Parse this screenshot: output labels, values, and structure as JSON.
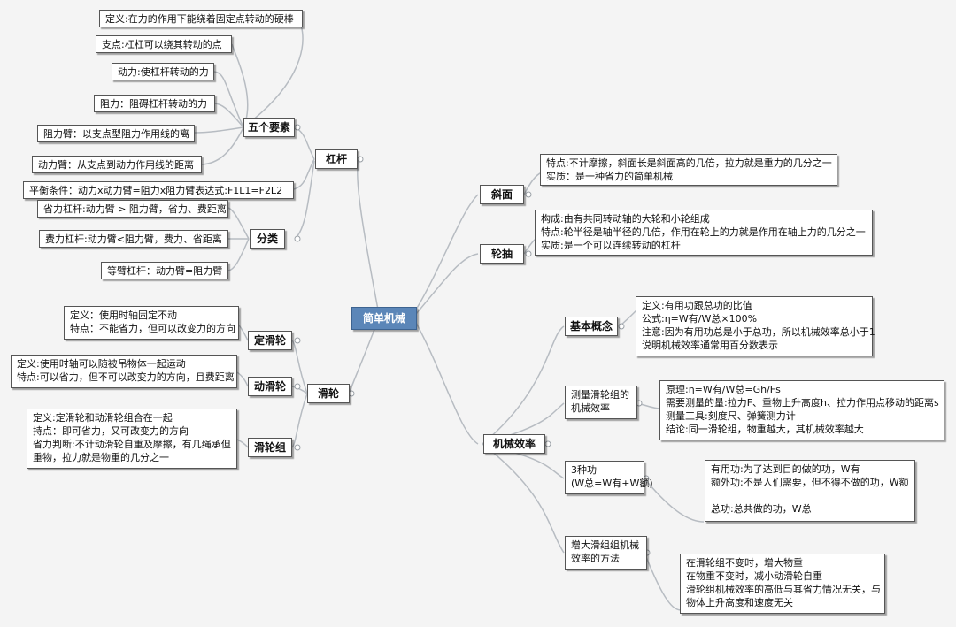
{
  "root": "简单机械",
  "lever": {
    "label": "杠杆",
    "five_elements": {
      "label": "五个要素",
      "items": [
        "定义:在力的作用下能绕着固定点转动的硬棒",
        "支点:杠杠可以绕其转动的点",
        "动力:使杠杆转动的力",
        "阻力：阻碍杠杆转动的力",
        "阻力臂：以支点型阻力作用线的离",
        "动力臂：从支点到动力作用线的距离"
      ]
    },
    "balance": "平衡条件：动力x动力臂=阻力x阻力臂表达式:F1L1=F2L2",
    "classification": {
      "label": "分类",
      "items": [
        "省力杠杆:动力臂 > 阻力臂，省力、费距离",
        "费力杠杆:动力臂<阻力臂，费力、省距离",
        "等臂杠杆：动力臂=阻力臂"
      ]
    }
  },
  "pulley": {
    "label": "滑轮",
    "fixed": {
      "label": "定滑轮",
      "lines": [
        "定义：使用时轴固定不动",
        "特点：不能省力，但可以改变力的方向"
      ]
    },
    "movable": {
      "label": "动滑轮",
      "lines": [
        "定义:使用时轴可以随被吊物体一起运动",
        "特点:可以省力，但不可以改变力的方向，且费距离"
      ]
    },
    "block": {
      "label": "滑轮组",
      "lines": [
        "定义:定滑轮和动滑轮组合在一起",
        "持点：即可省力，又可改变力的方向",
        "省力判断:不计动滑轮自重及摩擦，有几绳承但",
        "重物，拉力就是物重的几分之一"
      ]
    }
  },
  "incline": {
    "label": "斜面",
    "lines": [
      "特点:不计摩擦，斜面长是斜面高的几倍，拉力就是重力的几分之一",
      "实质：是一种省力的简单机械"
    ]
  },
  "wheel_axle": {
    "label": "轮抽",
    "lines": [
      "构成:由有共同转动轴的大轮和小轮组成",
      "特点:轮半径是轴半径的几倍，作用在轮上的力就是作用在轴上力的几分之一",
      "实质:是一个可以连续转动的杠杆"
    ]
  },
  "efficiency": {
    "label": "机械效率",
    "basic": {
      "label": "基本概念",
      "lines": [
        "定义:有用功跟总功的比值",
        "公式:η=W有/W总×100%",
        "注意:因为有用功总是小于总功，所以机械效率总小于1",
        "说明机械效率通常用百分数表示"
      ]
    },
    "measure": {
      "label_lines": [
        "测量滑轮组的",
        "机械效率"
      ],
      "lines": [
        "原理:η=W有/W总=Gh/Fs",
        "需要测量的量:拉力F、重物上升高度h、拉力作用点移动的距离s",
        "测量工具:刻度尺、弹簧测力计",
        "结论:同一滑轮组，物重越大，其机械效率越大"
      ]
    },
    "three_work": {
      "label_lines": [
        "3种功",
        "(W总=W有+W额)"
      ],
      "lines": [
        "有用功:为了达到目的做的功，W有",
        "额外功:不是人们需要，但不得不做的功，W额",
        "",
        "总功:总共做的功，W总"
      ]
    },
    "increase": {
      "label_lines": [
        "增大滑组组机械",
        "效率的方法"
      ],
      "lines": [
        "在滑轮组不变时，增大物重",
        "在物重不变时，减小动滑轮自重",
        "滑轮组机械效率的高低与其省力情况无关，与",
        "物体上升高度和速度无关"
      ]
    }
  }
}
